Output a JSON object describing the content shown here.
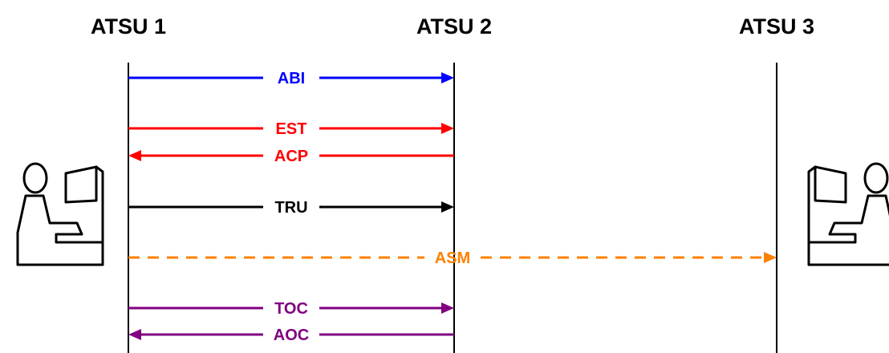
{
  "units": [
    {
      "id": "atsu1",
      "label": "ATSU 1"
    },
    {
      "id": "atsu2",
      "label": "ATSU 2"
    },
    {
      "id": "atsu3",
      "label": "ATSU 3"
    }
  ],
  "messages": [
    {
      "label": "ABI",
      "from": "atsu1",
      "to": "atsu2",
      "color": "#0000ff",
      "style": "solid"
    },
    {
      "label": "EST",
      "from": "atsu1",
      "to": "atsu2",
      "color": "#ff0000",
      "style": "solid"
    },
    {
      "label": "ACP",
      "from": "atsu2",
      "to": "atsu1",
      "color": "#ff0000",
      "style": "solid"
    },
    {
      "label": "TRU",
      "from": "atsu1",
      "to": "atsu2",
      "color": "#000000",
      "style": "solid"
    },
    {
      "label": "ASM",
      "from": "atsu1",
      "to": "atsu3",
      "color": "#ff8000",
      "style": "dashed"
    },
    {
      "label": "TOC",
      "from": "atsu1",
      "to": "atsu2",
      "color": "#800080",
      "style": "solid"
    },
    {
      "label": "AOC",
      "from": "atsu2",
      "to": "atsu1",
      "color": "#800080",
      "style": "solid"
    }
  ],
  "icons": {
    "left": "controller-workstation-icon",
    "right": "controller-workstation-icon"
  }
}
